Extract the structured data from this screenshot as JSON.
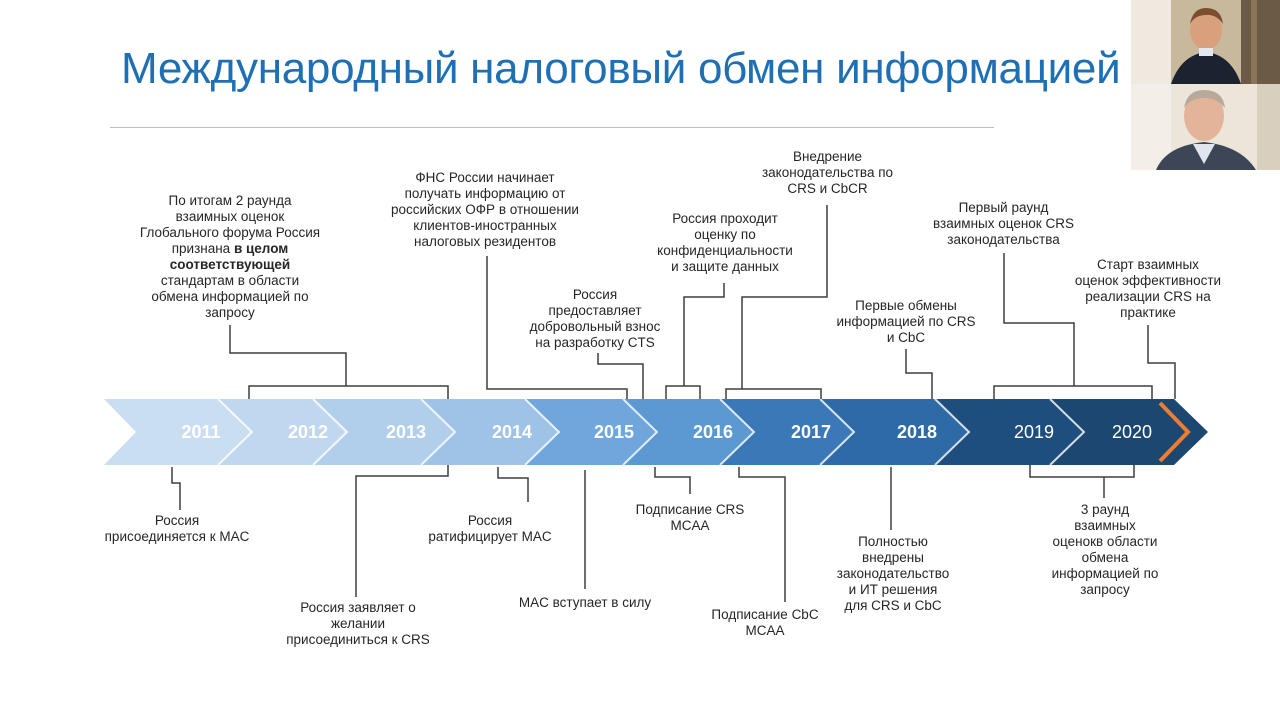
{
  "slide": {
    "title": "Международный налоговый обмен информацией в Ро"
  },
  "timeline": {
    "years": [
      "2011",
      "2012",
      "2013",
      "2014",
      "2015",
      "2016",
      "2017",
      "2018",
      "2019",
      "2020"
    ]
  },
  "events_top": [
    {
      "id": "2012-review",
      "lines": [
        "По итогам 2 раунда",
        "взаимных оценок",
        "Глобального форума Россия"
      ],
      "bold_prefix": "признана ",
      "bold": "в целом",
      "bold2": "соответствующей",
      "rest": [
        "стандартам в области",
        "обмена информацией по",
        "запросу"
      ]
    },
    {
      "id": "2014-fns",
      "lines": [
        "ФНС России начинает",
        "получать информацию от",
        "российских ОФР в отношении",
        "клиентов-иностранных",
        "налоговых резидентов"
      ]
    },
    {
      "id": "2015-cts",
      "lines": [
        "Россия",
        "предоставляет",
        "добровольный взнос",
        "на разработку CTS"
      ]
    },
    {
      "id": "2016-confidentiality",
      "lines": [
        "Россия проходит",
        "оценку по",
        "конфиденциальности",
        "и защите данных"
      ]
    },
    {
      "id": "2017-law",
      "lines": [
        "Внедрение",
        "законодательства по",
        "CRS и CbCR"
      ]
    },
    {
      "id": "2018-first-exchange",
      "lines": [
        "Первые обмены",
        "информацией по CRS",
        "и CbC"
      ]
    },
    {
      "id": "2019-first-round",
      "lines": [
        "Первый раунд",
        "взаимных оценок CRS",
        "законодательства"
      ]
    },
    {
      "id": "2020-start",
      "lines": [
        "Старт взаимных",
        "оценок эффективности",
        "реализации CRS на",
        "практике"
      ]
    }
  ],
  "events_bottom": [
    {
      "id": "2011-mac",
      "lines": [
        "Россия",
        "присоединяется к MAC"
      ]
    },
    {
      "id": "2013-crs",
      "lines": [
        "Россия заявляет о",
        "желании",
        "присоединиться к CRS"
      ]
    },
    {
      "id": "2014-ratify",
      "lines": [
        "Россия",
        "ратифицирует MAC"
      ]
    },
    {
      "id": "2015-mac-force",
      "lines": [
        "MAC вступает в силу"
      ]
    },
    {
      "id": "2016-crs-mcaa",
      "lines": [
        "Подписание CRS",
        "MCAA"
      ]
    },
    {
      "id": "2017-cbc-mcaa",
      "lines": [
        "Подписание CbC",
        "MCAA"
      ]
    },
    {
      "id": "2018-full",
      "lines": [
        "Полностью",
        "внедрены",
        "законодательство",
        "и ИТ решения",
        "для CRS и CbC"
      ]
    },
    {
      "id": "2020-third-round",
      "lines": [
        "3 раунд",
        "взаимных",
        "оценокв области",
        "обмена",
        "информацией по",
        "запросу"
      ]
    }
  ],
  "colors": {
    "title": "#1f6fb5",
    "chevron_light": "#bcd6ee",
    "chevron_mid": "#5b9bd5",
    "chevron_dark": "#1f4e79",
    "accent_orange": "#ed7d31"
  },
  "video_tiles": [
    {
      "name": "participant-1"
    },
    {
      "name": "participant-2"
    }
  ]
}
